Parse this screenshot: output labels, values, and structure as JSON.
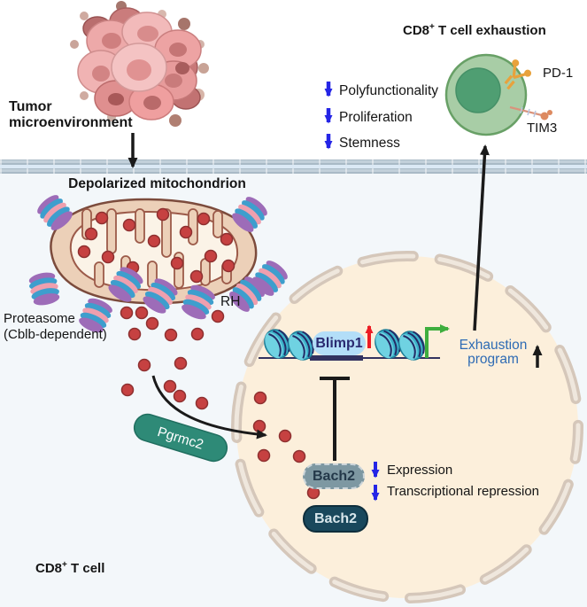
{
  "colors": {
    "membrane": "#b5c4d0",
    "background_lower": "#f3f7fa",
    "background_upper": "#ffffff",
    "nucleus_fill": "#fcefdb",
    "nuclear_envelope": "#d5c7ba",
    "heme_dot_red": "#c64141",
    "proteasome_purple": "#9d6cb8",
    "proteasome_blue": "#3e9ecd",
    "proteasome_pink": "#ef9fae",
    "mito_outer": "#ecd0b8",
    "mito_inner": "#fbf3e7",
    "mito_border": "#7c4b3c",
    "pgrmc2_teal": "#2e8a77",
    "blimp1_pill": "#b3def8",
    "blimp1_text": "#2a2a70",
    "bach2_upper_fill": "#7e98a2",
    "bach2_lower_fill": "#19485c",
    "dna_navy": "#32325f",
    "transcription_arrow_green": "#3eae3e",
    "down_arrow_blue": "#2525e6",
    "up_arrow_red": "#ec1c24",
    "program_text_blue": "#2e6bb4",
    "tcell_body_green": "#a8cda6",
    "tcell_nucleus_green": "#4f9e72",
    "pd1_orange": "#e8a23c",
    "tim3_salmon": "#d9937c"
  },
  "tumor": {
    "label": "Tumor\nmicroenvironment"
  },
  "mitochondrion": {
    "label": "Depolarized mitochondrion",
    "proteasome_label": "Proteasome\n(Cblb-dependent)",
    "rh_label": "RH"
  },
  "transport": {
    "pgrmc2_label": "Pgrmc2"
  },
  "nucleus": {
    "blimp1_label": "Blimp1",
    "exhaustion_program_label": "Exhaustion\nprogram",
    "bach2_upper_label": "Bach2",
    "bach2_lower_label": "Bach2",
    "expression_label": "Expression",
    "transcriptional_repression_label": "Transcriptional repression"
  },
  "exhausted_cell": {
    "title_base": "CD8",
    "title_sup": "+",
    "title_rest": " T cell exhaustion",
    "pd1_label": "PD-1",
    "tim3_label": "TIM3",
    "effects": [
      "Polyfunctionality",
      "Proliferation",
      "Stemness"
    ]
  },
  "t_cell": {
    "label_base": "CD8",
    "label_sup": "+",
    "label_rest": " T cell"
  }
}
